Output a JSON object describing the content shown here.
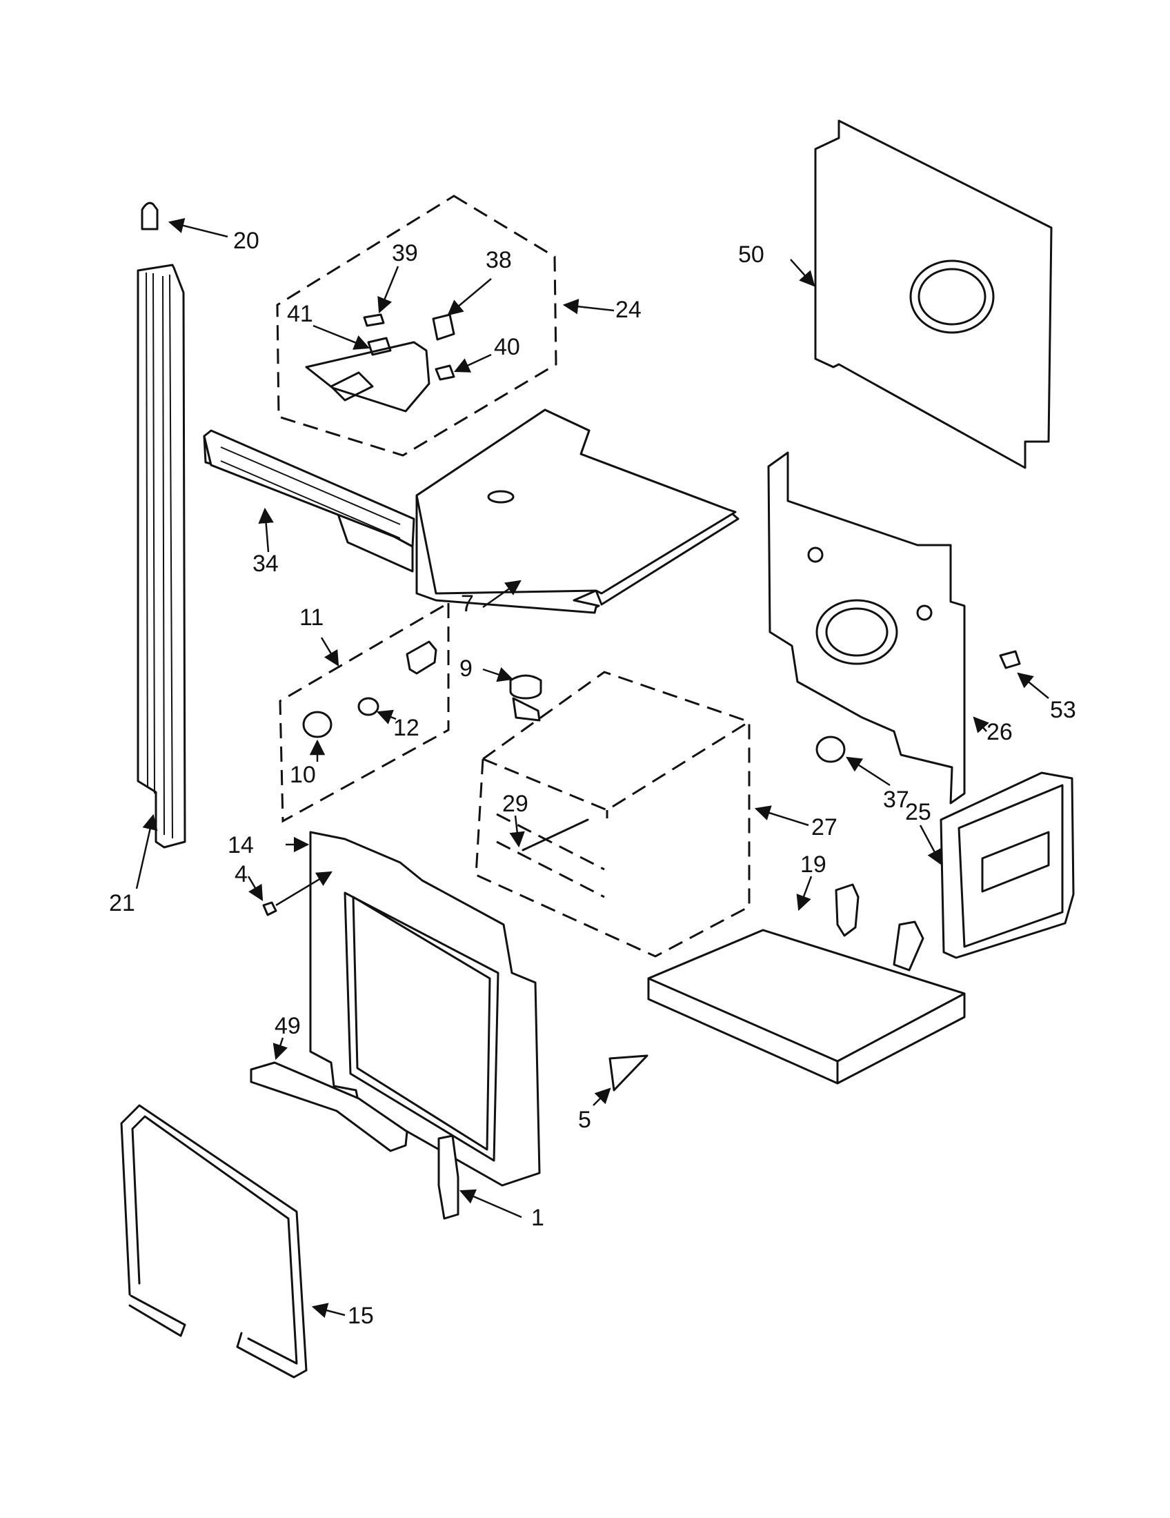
{
  "callouts": {
    "c1": "1",
    "c4": "4",
    "c5": "5",
    "c7": "7",
    "c9": "9",
    "c10": "10",
    "c11": "11",
    "c12": "12",
    "c14": "14",
    "c15": "15",
    "c19": "19",
    "c20": "20",
    "c21": "21",
    "c24": "24",
    "c25": "25",
    "c26": "26",
    "c27": "27",
    "c29": "29",
    "c34": "34",
    "c37": "37",
    "c38": "38",
    "c39": "39",
    "c40": "40",
    "c41": "41",
    "c49": "49",
    "c50": "50",
    "c53": "53"
  },
  "colors": {
    "line": "#111111",
    "background": "#ffffff"
  }
}
